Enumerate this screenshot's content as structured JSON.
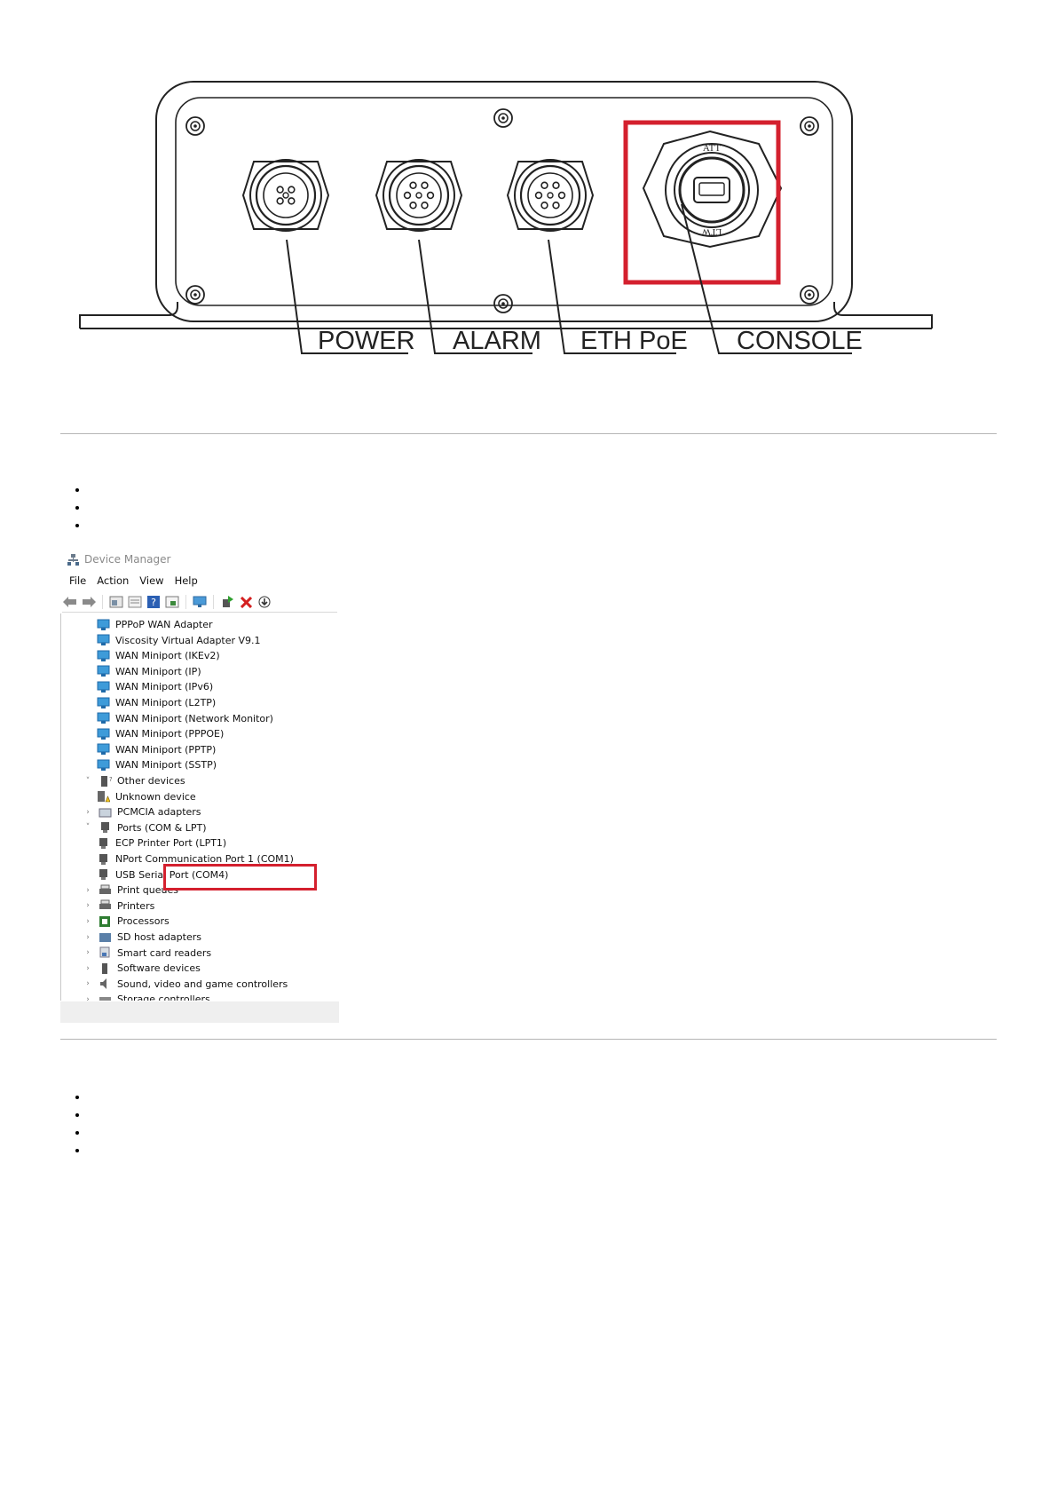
{
  "figure": {
    "port_labels": {
      "power": "POWER",
      "alarm": "ALARM",
      "eth_poe": "ETH PoE",
      "console": "CONSOLE"
    },
    "connector_markings": {
      "top": "ATT",
      "bottom": "LTW"
    },
    "highlight_color": "#d4202e"
  },
  "section1_bullets": [
    "",
    "",
    ""
  ],
  "device_manager": {
    "title": "Device Manager",
    "menu": [
      "File",
      "Action",
      "View",
      "Help"
    ],
    "toolbar_icons": [
      "back-arrow-icon",
      "forward-arrow-icon",
      "properties-icon",
      "details-icon",
      "help-icon",
      "view-icon",
      "monitor-icon",
      "update-driver-icon",
      "uninstall-icon",
      "download-icon"
    ],
    "tree": [
      {
        "label": "PPPoP WAN Adapter",
        "level": 2,
        "icon": "network-adapter-icon"
      },
      {
        "label": "Viscosity Virtual Adapter V9.1",
        "level": 2,
        "icon": "network-adapter-icon"
      },
      {
        "label": "WAN Miniport (IKEv2)",
        "level": 2,
        "icon": "network-adapter-icon"
      },
      {
        "label": "WAN Miniport (IP)",
        "level": 2,
        "icon": "network-adapter-icon"
      },
      {
        "label": "WAN Miniport (IPv6)",
        "level": 2,
        "icon": "network-adapter-icon"
      },
      {
        "label": "WAN Miniport (L2TP)",
        "level": 2,
        "icon": "network-adapter-icon"
      },
      {
        "label": "WAN Miniport (Network Monitor)",
        "level": 2,
        "icon": "network-adapter-icon"
      },
      {
        "label": "WAN Miniport (PPPOE)",
        "level": 2,
        "icon": "network-adapter-icon"
      },
      {
        "label": "WAN Miniport (PPTP)",
        "level": 2,
        "icon": "network-adapter-icon"
      },
      {
        "label": "WAN Miniport (SSTP)",
        "level": 2,
        "icon": "network-adapter-icon"
      },
      {
        "label": "Other devices",
        "level": 1,
        "expander": "˅",
        "icon": "other-devices-icon"
      },
      {
        "label": "Unknown device",
        "level": 2,
        "icon": "unknown-device-icon"
      },
      {
        "label": "PCMCIA adapters",
        "level": 1,
        "expander": "›",
        "icon": "pcmcia-icon"
      },
      {
        "label": "Ports (COM & LPT)",
        "level": 1,
        "expander": "˅",
        "icon": "port-icon"
      },
      {
        "label": "ECP Printer Port (LPT1)",
        "level": 2,
        "icon": "port-icon"
      },
      {
        "label": "NPort Communication Port 1 (COM1)",
        "level": 2,
        "icon": "port-icon"
      },
      {
        "label": "USB Serial Port (COM4)",
        "level": 2,
        "icon": "port-icon"
      },
      {
        "label": "Print queues",
        "level": 1,
        "expander": "›",
        "icon": "printer-icon"
      },
      {
        "label": "Printers",
        "level": 1,
        "expander": "›",
        "icon": "printer-icon"
      },
      {
        "label": "Processors",
        "level": 1,
        "expander": "›",
        "icon": "processor-icon"
      },
      {
        "label": "SD host adapters",
        "level": 1,
        "expander": "›",
        "icon": "sd-card-icon"
      },
      {
        "label": "Smart card readers",
        "level": 1,
        "expander": "›",
        "icon": "smart-card-icon"
      },
      {
        "label": "Software devices",
        "level": 1,
        "expander": "›",
        "icon": "software-device-icon"
      },
      {
        "label": "Sound, video and game controllers",
        "level": 1,
        "expander": "›",
        "icon": "speaker-icon"
      },
      {
        "label": "Storage controllers",
        "level": 1,
        "expander": "›",
        "icon": "storage-icon"
      }
    ],
    "highlighted_item": "USB Serial Port (COM4)"
  },
  "section2_bullets": [
    "",
    "",
    "",
    ""
  ]
}
